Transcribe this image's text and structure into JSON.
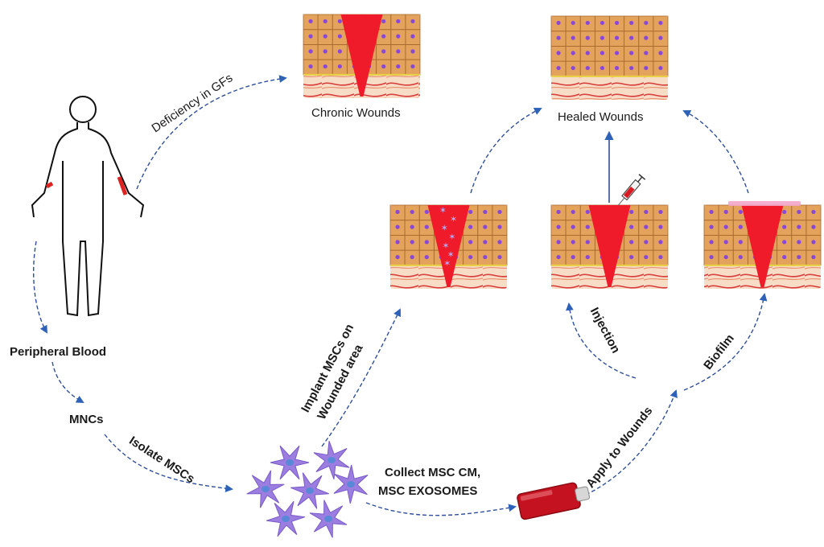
{
  "labels": {
    "deficiency": "Deficiency in GFs",
    "chronic": "Chronic Wounds",
    "healed": "Healed Wounds",
    "peripheral": "Peripheral Blood",
    "mncs": "MNCs",
    "isolate": "Isolate MSCs",
    "implant_line1": "Implant MSCs on",
    "implant_line2": "Wounded area",
    "collect_line1": "Collect MSC CM,",
    "collect_line2": "MSC EXOSOMES",
    "apply": "Apply to Wounds",
    "injection": "Injection",
    "biofilm": "Biofilm"
  },
  "colors": {
    "arrow": "#2f4f9a",
    "arrowhead": "#2d62b8",
    "wound": "#ef1a2a",
    "cell_fill": "#e3a35d",
    "cell_border": "#a86a2c",
    "nucleus": "#8a48d6",
    "dermis": "#f6d8c0",
    "msc": "#9b7ee0",
    "flask_liquid": "#c41220"
  },
  "icons": [
    "human-silhouette-icon",
    "syringe-icon",
    "culture-flask-icon",
    "msc-cell-icon"
  ]
}
